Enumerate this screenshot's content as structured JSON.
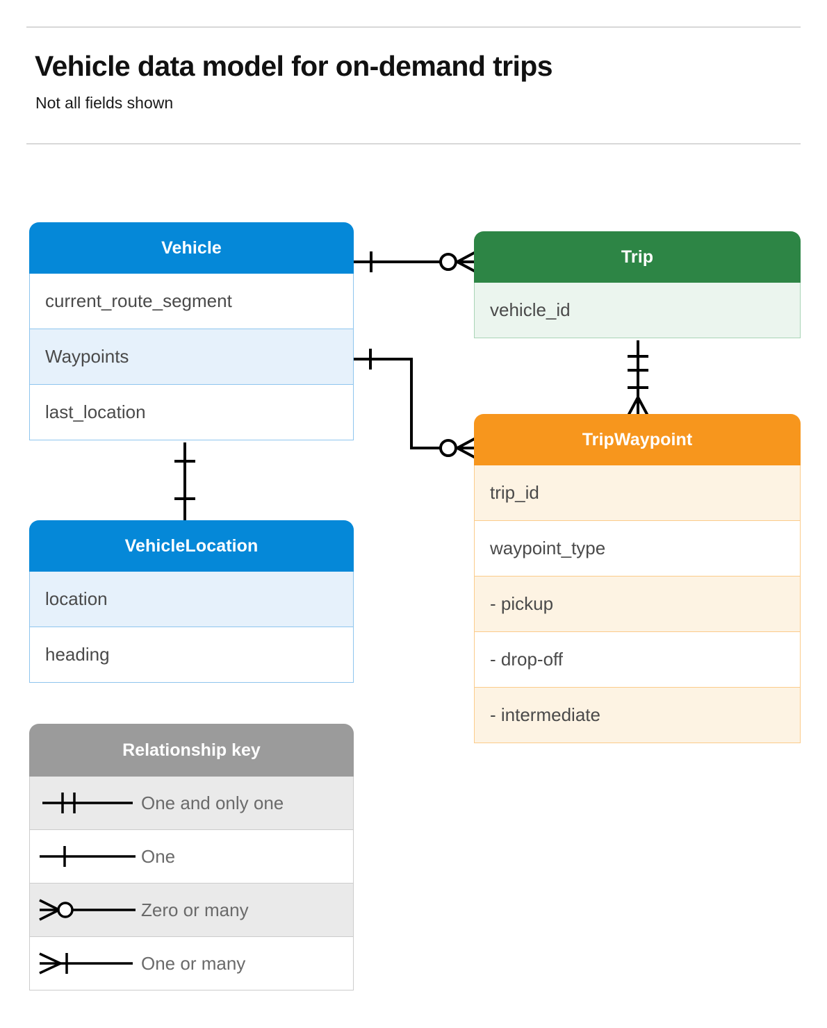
{
  "header": {
    "title": "Vehicle data model for on-demand trips",
    "subtitle": "Not all fields shown"
  },
  "colors": {
    "vehicle_header": "#0588d8",
    "vehicle_row_border": "#8ec5ee",
    "vehicle_row_tint": "#e6f1fb",
    "trip_header": "#2d8545",
    "trip_row_border": "#a9d4b5",
    "trip_row_tint": "#ebf5ee",
    "tripwaypoint_header": "#f7961d",
    "tripwaypoint_row_border": "#fbcb8a",
    "tripwaypoint_row_tint": "#fdf3e3",
    "legend_header": "#9b9b9b",
    "legend_row_tint": "#eaeaea",
    "connector": "#000000",
    "text": "#4a4a4a"
  },
  "entities": [
    {
      "id": "vehicle",
      "name": "Vehicle",
      "palette": "blue",
      "rows": [
        {
          "label": "current_route_segment",
          "tint": false
        },
        {
          "label": "Waypoints",
          "tint": true
        },
        {
          "label": "last_location",
          "tint": false
        }
      ]
    },
    {
      "id": "trip",
      "name": "Trip",
      "palette": "green",
      "rows": [
        {
          "label": "vehicle_id",
          "tint": true
        }
      ]
    },
    {
      "id": "tripwaypoint",
      "name": "TripWaypoint",
      "palette": "orange",
      "rows": [
        {
          "label": "trip_id",
          "tint": true
        },
        {
          "label": "waypoint_type",
          "tint": false
        },
        {
          "label": "- pickup",
          "tint": true
        },
        {
          "label": "- drop-off",
          "tint": false
        },
        {
          "label": "- intermediate",
          "tint": true
        }
      ]
    },
    {
      "id": "vehiclelocation",
      "name": "VehicleLocation",
      "palette": "blue",
      "rows": [
        {
          "label": "location",
          "tint": true
        },
        {
          "label": "heading",
          "tint": false
        }
      ]
    }
  ],
  "relationships": [
    {
      "id": "vehicle-trip",
      "from": "Vehicle",
      "to": "Trip",
      "from_cardinality": "One",
      "to_cardinality": "Zero or many"
    },
    {
      "id": "vehicle-waypoints-tripwaypoint",
      "from": "Vehicle.Waypoints",
      "to": "TripWaypoint",
      "from_cardinality": "One",
      "to_cardinality": "Zero or many"
    },
    {
      "id": "trip-tripwaypoint",
      "from": "Trip",
      "to": "TripWaypoint",
      "from_cardinality": "One and only one",
      "to_cardinality": "One or many"
    },
    {
      "id": "vehicle-vehiclelocation",
      "from": "Vehicle",
      "to": "VehicleLocation",
      "from_cardinality": "One",
      "to_cardinality": "One"
    }
  ],
  "legend": {
    "title": "Relationship key",
    "items": [
      {
        "symbol": "one-and-only-one",
        "label": "One and only one",
        "tint": true
      },
      {
        "symbol": "one",
        "label": "One",
        "tint": false
      },
      {
        "symbol": "zero-or-many",
        "label": "Zero or many",
        "tint": true
      },
      {
        "symbol": "one-or-many",
        "label": "One or many",
        "tint": false
      }
    ]
  }
}
